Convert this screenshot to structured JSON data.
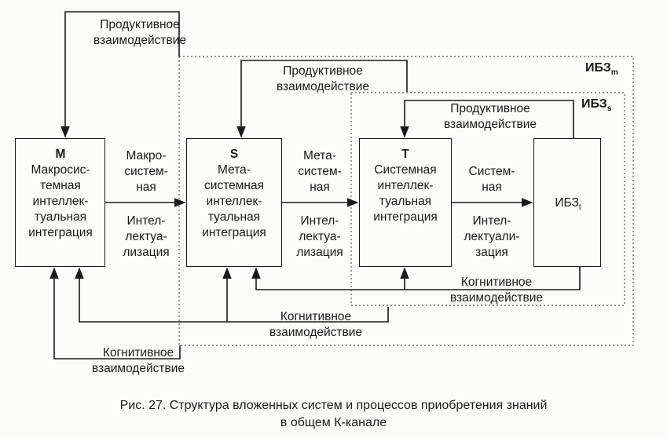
{
  "blocks": {
    "m": {
      "letter": "M",
      "lines": [
        "Макросис-",
        "темная",
        "интеллек-",
        "туальная",
        "интеграция"
      ]
    },
    "s": {
      "letter": "S",
      "lines": [
        "Мета-",
        "системная",
        "интеллек-",
        "туальная",
        "интеграция"
      ]
    },
    "t": {
      "letter": "T",
      "lines": [
        "Системная",
        "интеллек-",
        "туальная",
        "интеграция"
      ]
    },
    "ibzt": {
      "base": "ИБЗ",
      "sub": "t"
    }
  },
  "zones": {
    "ibzm": {
      "base": "ИБЗ",
      "sub": "m"
    },
    "ibzs": {
      "base": "ИБЗ",
      "sub": "s"
    }
  },
  "arrows": {
    "ms": {
      "top": [
        "Макро-",
        "систем-",
        "ная"
      ],
      "bottom": [
        "Интел-",
        "лектуа-",
        "лизация"
      ]
    },
    "st": {
      "top": [
        "Мета-",
        "систем-",
        "ная"
      ],
      "bottom": [
        "Интел-",
        "лектуа-",
        "лизация"
      ]
    },
    "ti": {
      "top": [
        "Систем-",
        "ная"
      ],
      "bottom": [
        "Интел-",
        "лектуали-",
        "зация"
      ]
    }
  },
  "loops": {
    "prod_outer": [
      "Продуктивное",
      "взаимодействие"
    ],
    "prod_mid": [
      "Продуктивное",
      "взаимодействие"
    ],
    "prod_inner": [
      "Продуктивное",
      "взаимодействие"
    ],
    "cog_inner": [
      "Когнитивное",
      "взаимодействие"
    ],
    "cog_mid": [
      "Когнитивное",
      "взаимодействие"
    ],
    "cog_outer": [
      "Когнитивное",
      "взаимодействие"
    ]
  },
  "caption": [
    "Рис. 27. Структура вложенных систем и процессов приобретения знаний",
    "в общем К-канале"
  ]
}
